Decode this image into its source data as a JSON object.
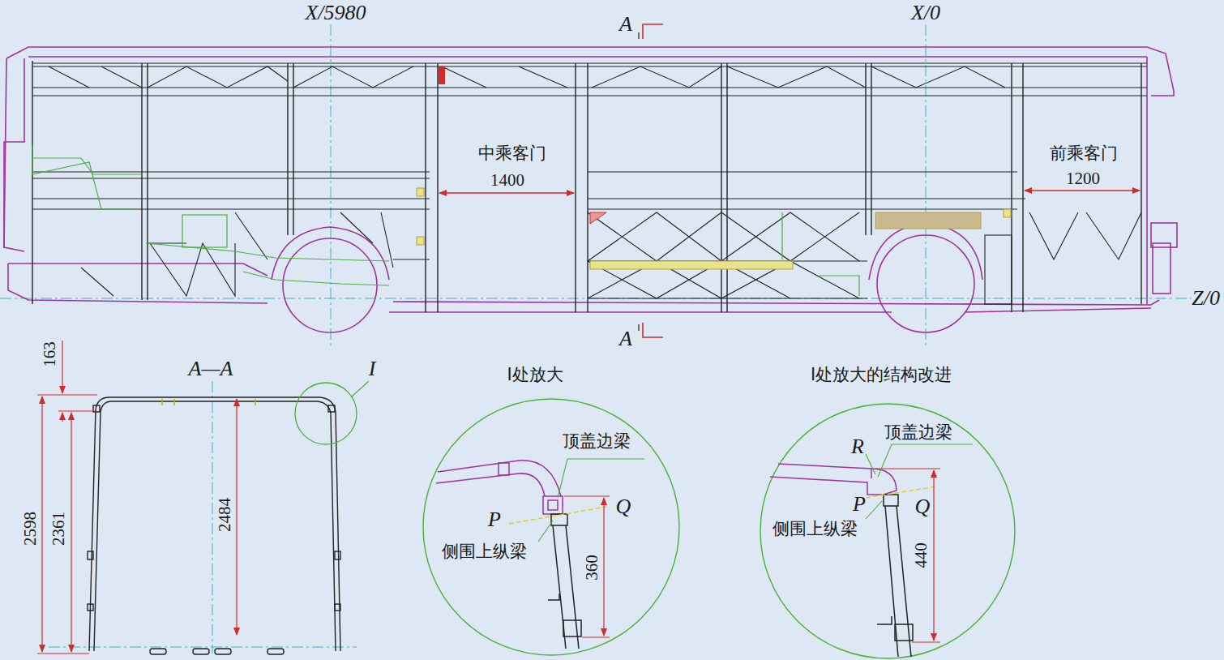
{
  "diagram": {
    "labels": [
      "X/5980",
      "A",
      "X/0",
      "中乘客门",
      "1400",
      "前乘客门",
      "1200",
      "Z/0",
      "A",
      "163",
      "A—A",
      "I",
      "2598",
      "2361",
      "2484",
      "I处放大",
      "顶盖边梁",
      "P",
      "Q",
      "侧围上纵梁",
      "360",
      "I处放大的结构改进",
      "R",
      "顶盖边梁",
      "P",
      "Q",
      "侧围上纵梁",
      "440"
    ]
  }
}
